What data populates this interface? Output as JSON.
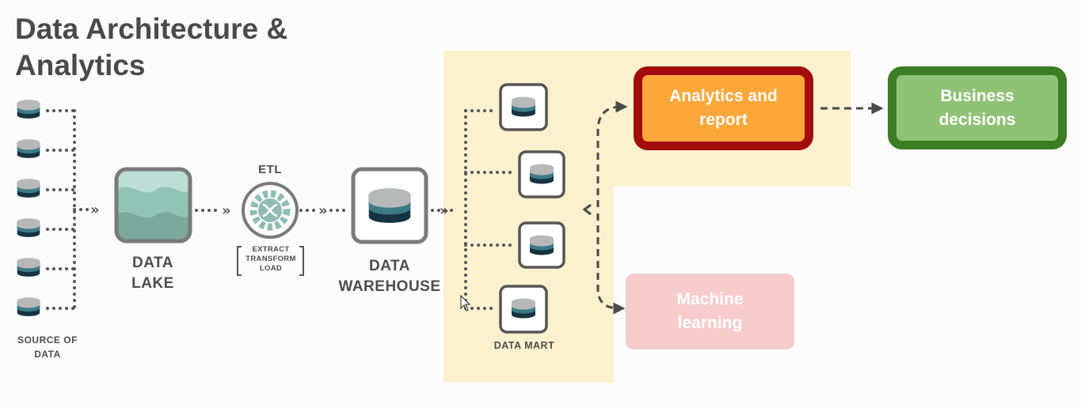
{
  "title_line1": "Data Architecture &",
  "title_line2": "Analytics",
  "labels": {
    "source": [
      "SOURCE OF",
      "DATA"
    ],
    "data_lake": [
      "DATA",
      "LAKE"
    ],
    "etl": "ETL",
    "etl_steps": [
      "EXTRACT",
      "TRANSFORM",
      "LOAD"
    ],
    "data_warehouse": [
      "DATA",
      "WAREHOUSE"
    ],
    "data_mart": "DATA MART"
  },
  "boxes": {
    "analytics": [
      "Analytics and",
      "report"
    ],
    "business": [
      "Business",
      "decisions"
    ],
    "machine_learning": [
      "Machine",
      "learning"
    ]
  },
  "colors": {
    "db_light": "#b7b9b9",
    "db_teal": "#3c7a86",
    "db_dark": "#163342",
    "icon_border": "#7a7a7a",
    "lake_light": "#bddfd7",
    "lake_mid": "#93c3b7",
    "lake_dark": "#7ca89e",
    "highlight": "#fbf1cf",
    "analytics_fill": "#fba73a",
    "analytics_border": "#a30c0c",
    "business_fill": "#8fc276",
    "business_border": "#3b7d23",
    "ml_fill": "#f6cccc"
  }
}
